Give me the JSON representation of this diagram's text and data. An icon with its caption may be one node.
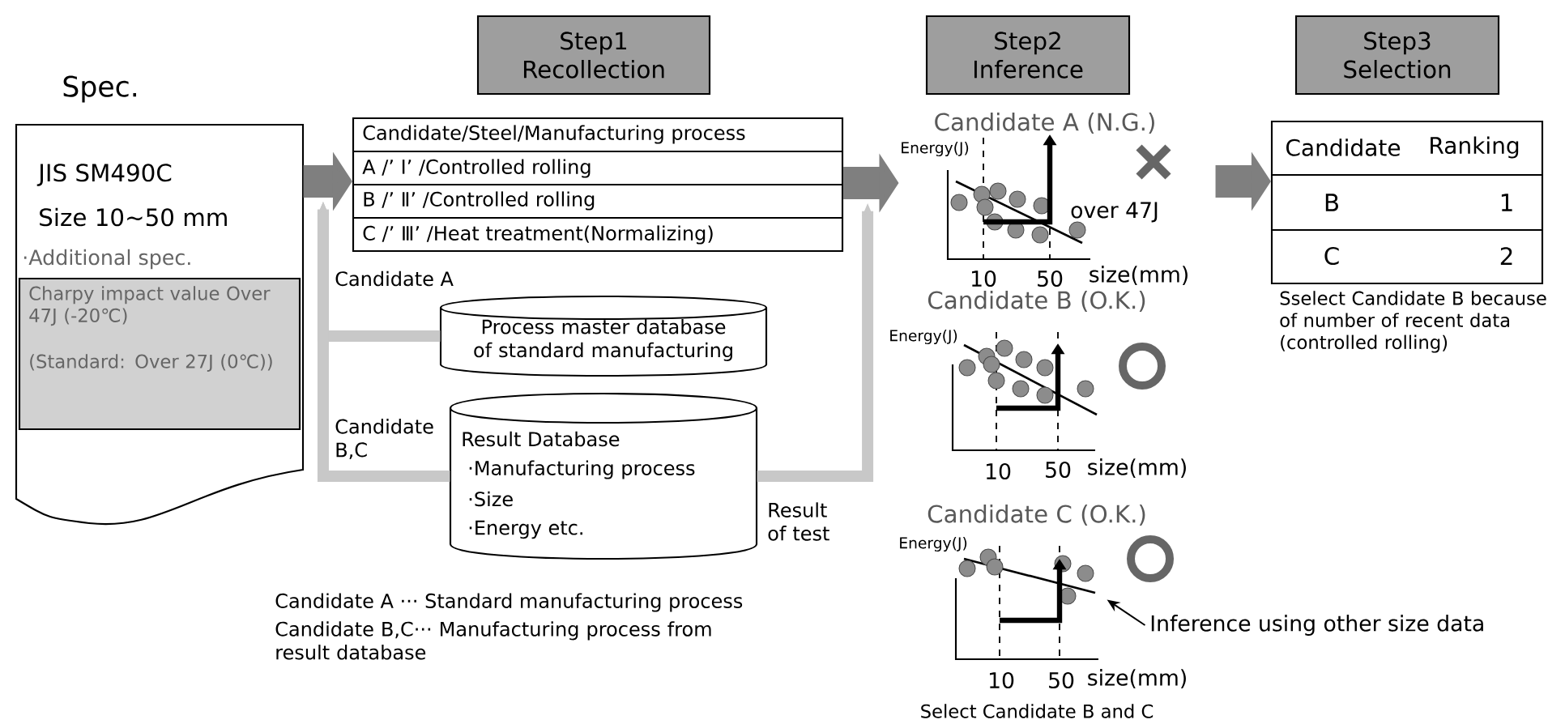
{
  "diagram": {
    "nodes": [
      {
        "text": [
          "Spec.",
          "JIS SM490C",
          "Size 10∼50 mm",
          "·Additional spec."
        ]
      },
      {
        "text": [
          "Charpy impact value Over 47J (-20℃)",
          "(Standard: Over 27J (0℃))"
        ],
        "in": 0
      },
      {
        "text": [
          "Step1 Recollection"
        ]
      },
      {
        "text": [
          "Candidate/Steel/Manufacturing process",
          "A /’ Ⅰ’ /Controlled rolling",
          "B /’ Ⅱ’ /Controlled rolling",
          "C /’ Ⅲ’ /Heat treatment(Normalizing)"
        ]
      },
      {
        "text": [
          "Step2 Inference"
        ]
      },
      {
        "text": [
          "Step3 Selection"
        ]
      },
      {
        "text": [
          "Process master database of standard manufacturing"
        ]
      },
      {
        "text": [
          "Result Database",
          "·Manufacturing process",
          "·Size",
          "·Energy etc."
        ]
      },
      {
        "text": [
          "Candidate A (N.G.)",
          "Energy(J)",
          "over 47J",
          "10",
          "50",
          "size(mm)"
        ]
      },
      {
        "text": [
          "Candidate B (O.K.)",
          "Energy(J)",
          "10",
          "50",
          "size(mm)"
        ]
      },
      {
        "text": [
          "Candidate C (O.K.)",
          "Energy(J)",
          "10",
          "50",
          "size(mm)"
        ],
        "beside": [
          "Select Candidate B and C"
        ]
      },
      {
        "text": [
          "Candidate",
          "Ranking",
          "B",
          "1",
          "C",
          "2"
        ],
        "beside": [
          "Sselect Candidate B because of number of recent data (controlled rolling)"
        ]
      },
      {
        "text": [
          "Inference using other size data"
        ]
      }
    ],
    "edges": [
      {
        "from": 0,
        "to": 3,
        "arrow": "to",
        "style": "thick",
        "color": "#7f7f7f"
      },
      {
        "from": 3,
        "to": 8,
        "arrow": "to",
        "style": "thick",
        "color": "#7f7f7f"
      },
      {
        "from": 8,
        "to": 11,
        "arrow": "to",
        "style": "thick",
        "color": "#7f7f7f"
      },
      {
        "from": 6,
        "to": 3,
        "arrow": "to",
        "label": "Candidate A",
        "color": "#c8c8c8"
      },
      {
        "from": 7,
        "to": 3,
        "arrow": "to",
        "label": "Candidate B,C",
        "color": "#c8c8c8"
      },
      {
        "from": 7,
        "to": 3,
        "arrow": "to",
        "label": "Result of test",
        "color": "#c8c8c8"
      },
      {
        "from": 12,
        "to": 10,
        "arrow": "to",
        "color": "#000000"
      }
    ],
    "labels": [
      "Candidate A ··· Standard manufacturing process",
      "Candidate B,C··· Manufacturing process from result database"
    ]
  }
}
